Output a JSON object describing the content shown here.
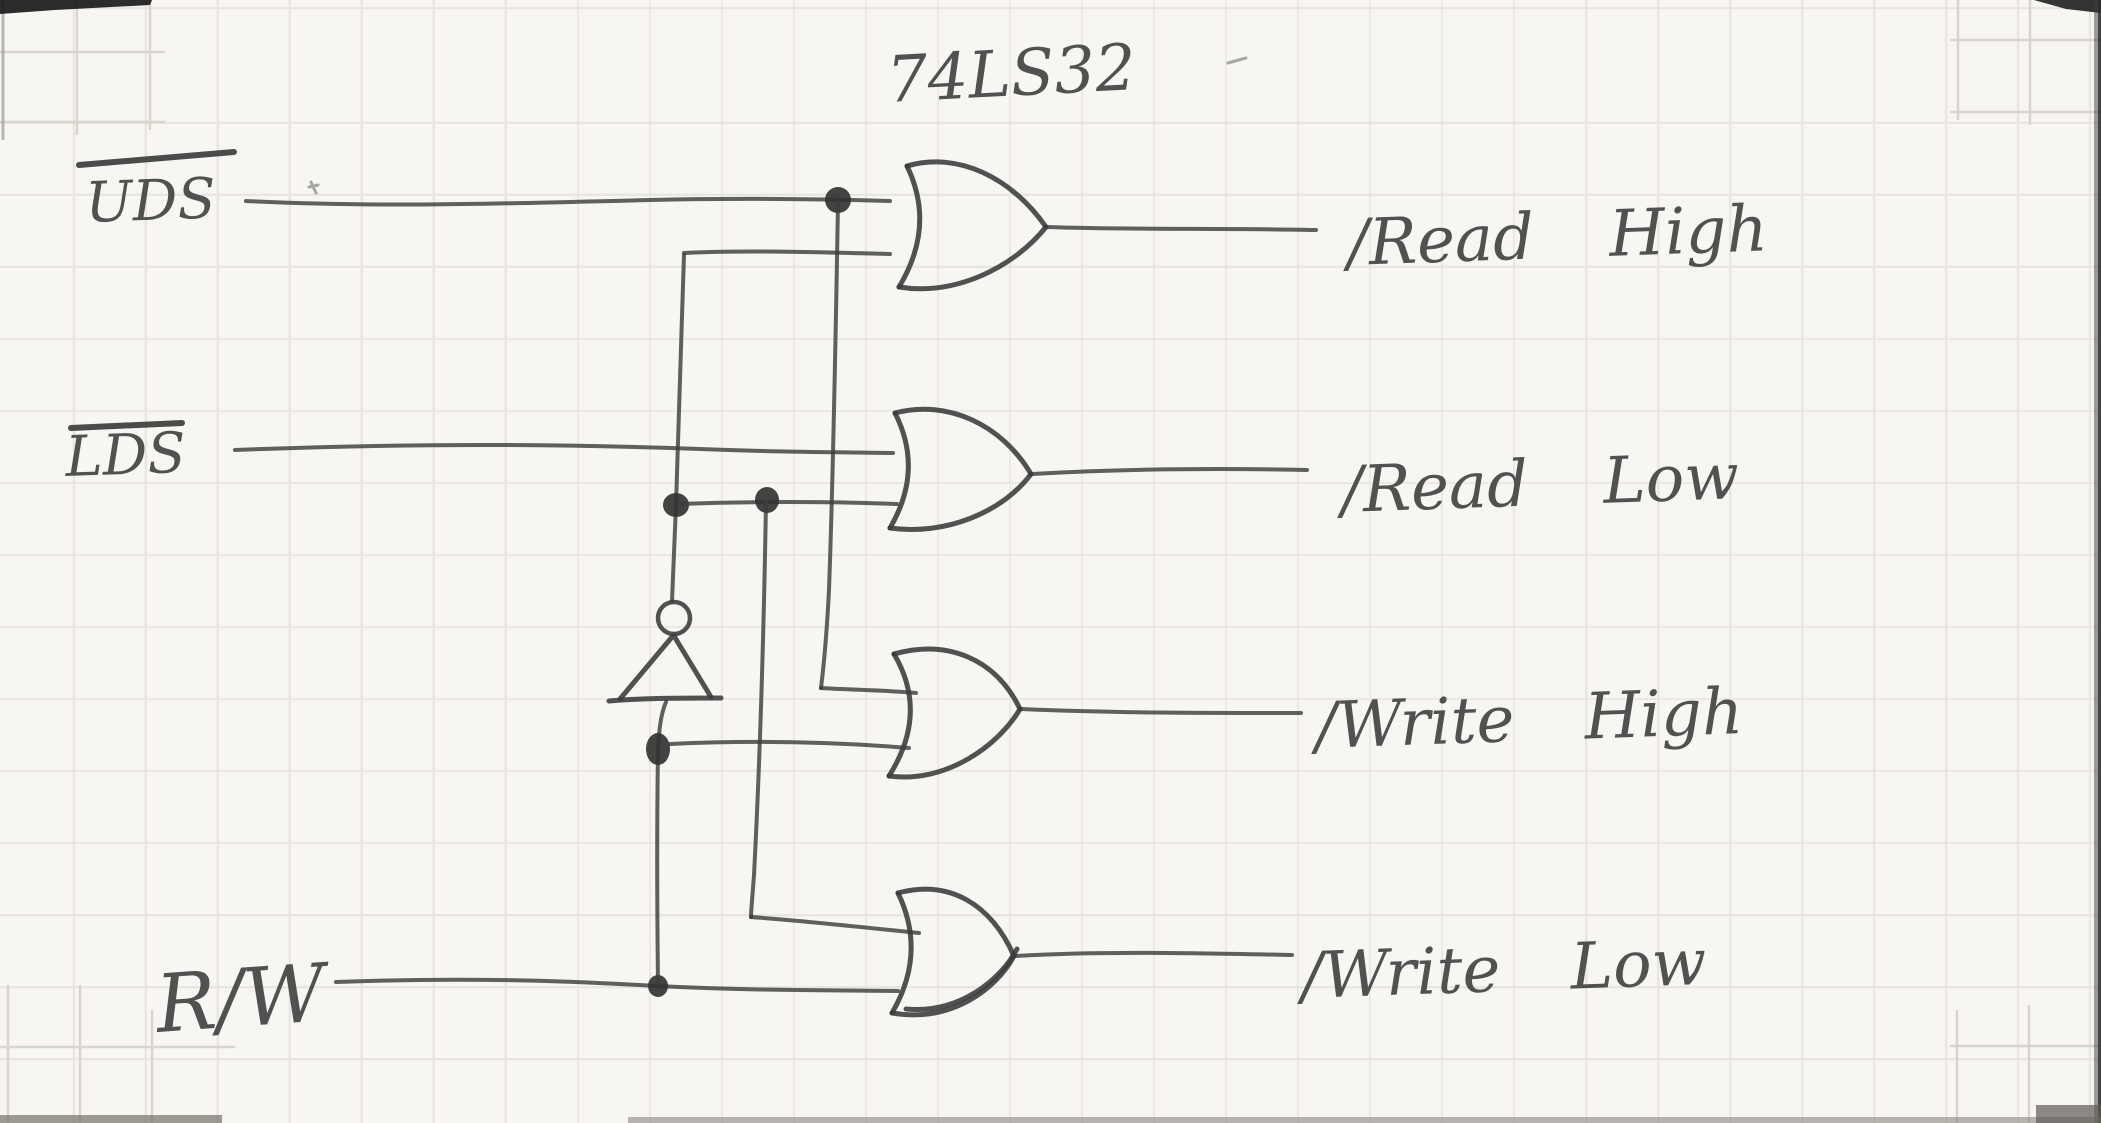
{
  "page": {
    "kind": "scanned hand-drawn schematic",
    "media": "pencil on graph paper"
  },
  "title": "74LS32",
  "inputs": [
    {
      "label": "UDS",
      "overline": true
    },
    {
      "label": "LDS",
      "overline": true
    },
    {
      "label": "R/W",
      "overline": false
    }
  ],
  "outputs": [
    {
      "label": "/Read High"
    },
    {
      "label": "/Read Low"
    },
    {
      "label": "/Write High"
    },
    {
      "label": "/Write Low"
    }
  ],
  "logic": {
    "part": "74LS32",
    "inverter": {
      "input": "R/W",
      "output": "R/W inverted"
    },
    "gates": [
      {
        "gate": "OR-1",
        "inputs": [
          "UDS",
          "R/W inverted"
        ],
        "output": "/Read High"
      },
      {
        "gate": "OR-2",
        "inputs": [
          "LDS",
          "R/W inverted"
        ],
        "output": "/Read Low"
      },
      {
        "gate": "OR-3",
        "inputs": [
          "UDS",
          "R/W"
        ],
        "output": "/Write High"
      },
      {
        "gate": "OR-4",
        "inputs": [
          "R/W inverted (tap)",
          "R/W"
        ],
        "output": "/Write Low"
      }
    ],
    "junction_dots": 5
  },
  "colors": {
    "paper": "#f7f6f3",
    "grid_line": "#e8e4df",
    "pencil": "#3d3d3d"
  }
}
